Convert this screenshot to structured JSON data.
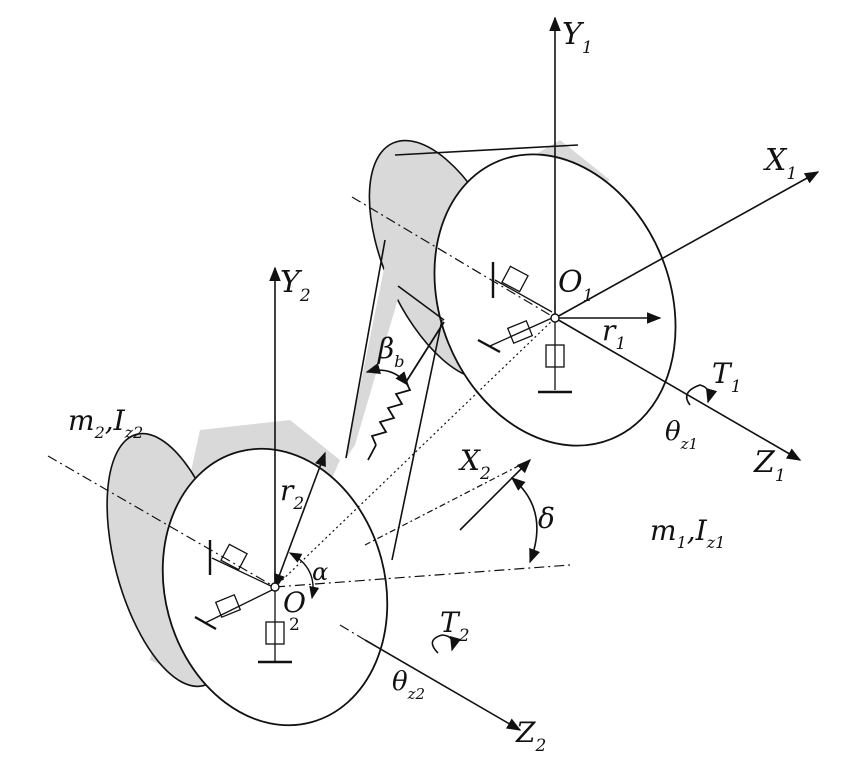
{
  "colors": {
    "ink": "#111111",
    "shade": "#d9d9d9",
    "background": "#ffffff"
  },
  "labels": {
    "Y1": {
      "main": "Y",
      "sub": "1"
    },
    "X1": {
      "main": "X",
      "sub": "1"
    },
    "Z1": {
      "main": "Z",
      "sub": "1"
    },
    "O1": {
      "main": "O",
      "sub": "1"
    },
    "r1": {
      "main": "r",
      "sub": "1"
    },
    "T1": {
      "main": "T",
      "sub": "1"
    },
    "theta1": {
      "main": "θ",
      "sub": "z1"
    },
    "m1": {
      "main": "m",
      "sub": "1",
      "sep": ",",
      "main2": "I",
      "sub2": "z1"
    },
    "Y2": {
      "main": "Y",
      "sub": "2"
    },
    "X2": {
      "main": "X",
      "sub": "2"
    },
    "Z2": {
      "main": "Z",
      "sub": "2"
    },
    "O2": {
      "main": "O",
      "sub": "2"
    },
    "r2": {
      "main": "r",
      "sub": "2"
    },
    "T2": {
      "main": "T",
      "sub": "2"
    },
    "theta2": {
      "main": "θ",
      "sub": "z2"
    },
    "m2": {
      "main": "m",
      "sub": "2",
      "sep": ",",
      "main2": "I",
      "sub2": "z2"
    },
    "beta": {
      "main": "β",
      "sub": "b"
    },
    "delta": {
      "main": "δ"
    },
    "alpha": {
      "main": "α"
    }
  }
}
